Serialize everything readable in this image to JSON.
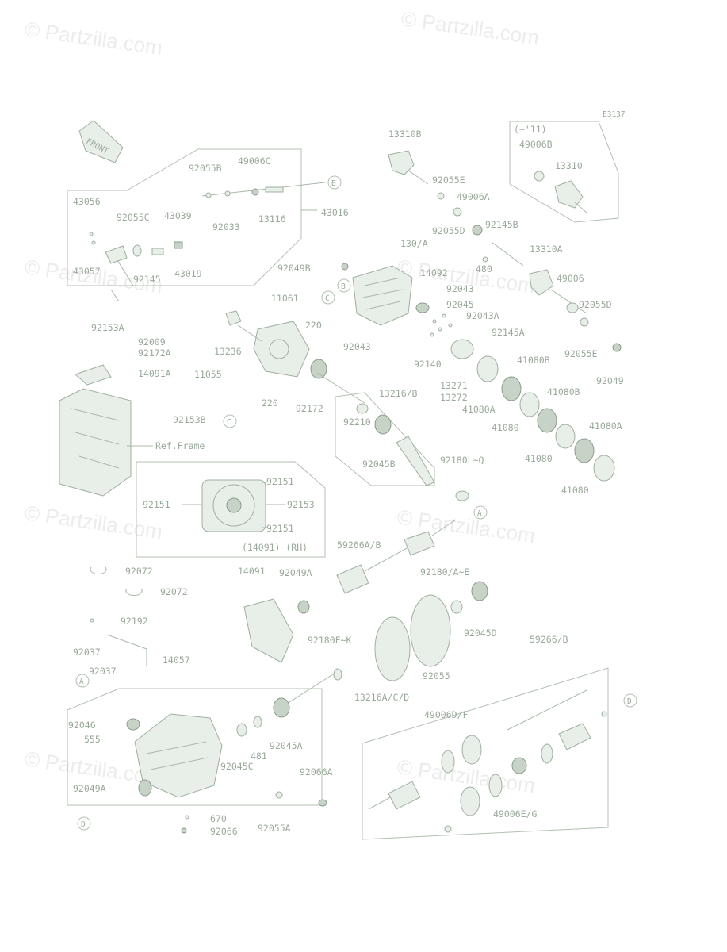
{
  "diagram_code": "E3137",
  "front_label": "FRONT",
  "watermark_text": "© Partzilla.com",
  "callout_letters": {
    "a": "A",
    "b": "B",
    "c": "C",
    "d": "D"
  },
  "inset": {
    "title": "(~'11)",
    "parts": [
      "49006B",
      "13310"
    ]
  },
  "group_14091": {
    "caption": "(14091) (RH)"
  },
  "reference_label": "Ref.Frame",
  "parts": [
    "13310B",
    "92055E",
    "49006A",
    "92055D",
    "92145B",
    "130/A",
    "14092",
    "480",
    "13310A",
    "49006",
    "92043",
    "92045",
    "92055D",
    "92043A",
    "92145A",
    "92055E",
    "92049",
    "41080B",
    "13271",
    "13272",
    "41080A",
    "41080",
    "41080B",
    "41080A",
    "41080",
    "41080",
    "92055B",
    "49006C",
    "43016",
    "13116",
    "92033",
    "43056",
    "92055C",
    "43039",
    "43057",
    "92145",
    "43019",
    "92049B",
    "11061",
    "220",
    "13236",
    "92153A",
    "92009",
    "92172A",
    "14091A",
    "11055",
    "92153B",
    "220",
    "92172",
    "92043",
    "92140",
    "13216/B",
    "92210",
    "92045B",
    "92180L~Q",
    "92151",
    "92151",
    "92153",
    "92151",
    "92072",
    "92072",
    "14091",
    "92049A",
    "59266A/B",
    "92180/A~E",
    "92045D",
    "92192",
    "92037",
    "14057",
    "92180F~K",
    "92037",
    "92055",
    "13216A/C/D",
    "59266/B",
    "92046",
    "555",
    "49006D/F",
    "481",
    "92045A",
    "92045C",
    "92049A",
    "92066A",
    "670",
    "92066",
    "92055A",
    "49006E/G"
  ]
}
